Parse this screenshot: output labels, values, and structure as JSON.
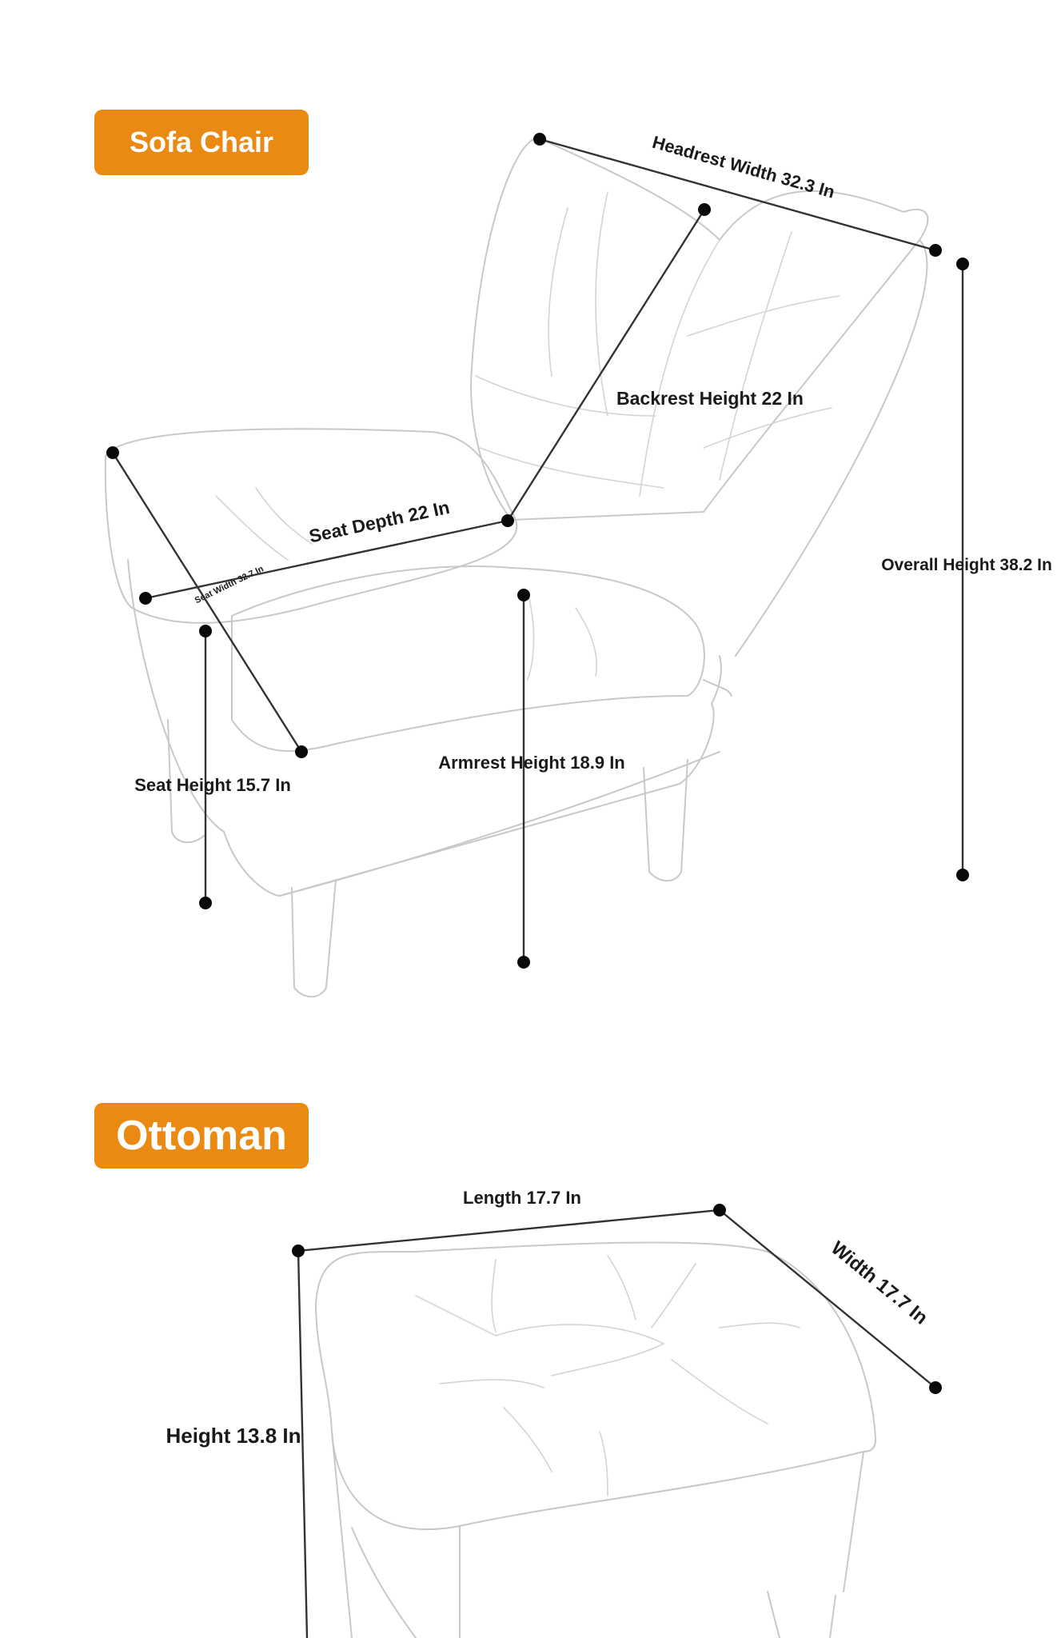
{
  "sofa_chair": {
    "title": "Sofa Chair",
    "headrest_width": "Headrest Width 32.3 In",
    "backrest_height": "Backrest Height 22 In",
    "seat_depth": "Seat Depth 22 In",
    "seat_width": "Seat Width 32.7 In",
    "overall_height": "Overall Height 38.2 In",
    "seat_height": "Seat Height 15.7 In",
    "armrest_height": "Armrest Height 18.9 In"
  },
  "ottoman": {
    "title": "Ottoman",
    "length": "Length 17.7 In",
    "width": "Width 17.7 In",
    "height": "Height 13.8 In"
  },
  "colors": {
    "badge_background": "#ea8a12",
    "badge_text": "#ffffff",
    "sketch_stroke": "#c8c8c8",
    "dimension_line": "#333333"
  }
}
